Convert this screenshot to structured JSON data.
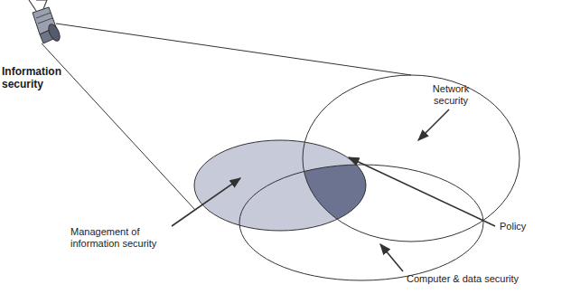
{
  "diagram": {
    "labels": [
      "Information security",
      "Network security",
      "Management of information security",
      "Policy",
      "Computer & data security"
    ]
  }
}
